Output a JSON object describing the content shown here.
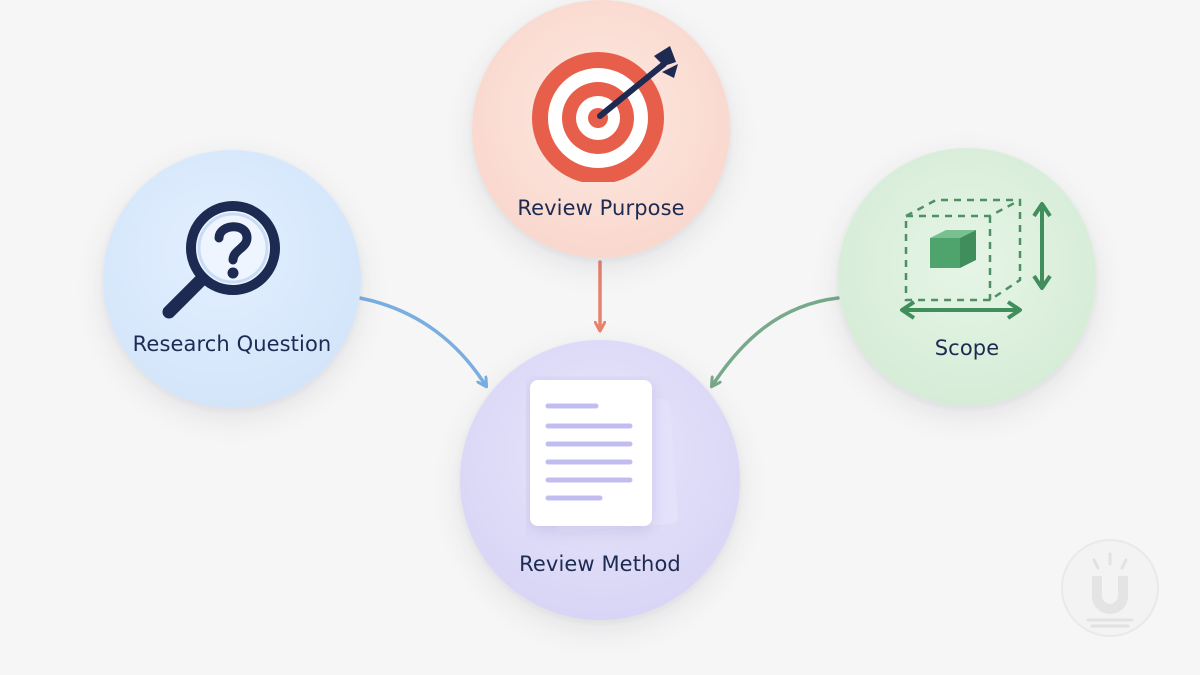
{
  "diagram": {
    "nodes": {
      "research_question": {
        "label": "Research Question",
        "icon": "magnifier-question-icon",
        "color": "#7aaee0"
      },
      "review_purpose": {
        "label": "Review Purpose",
        "icon": "target-arrow-icon",
        "color": "#e9826d"
      },
      "scope": {
        "label": "Scope",
        "icon": "cube-dimensions-icon",
        "color": "#77a98a"
      },
      "review_method": {
        "label": "Review Method",
        "icon": "document-icon",
        "color": "#a9a3ea"
      }
    },
    "edges": [
      {
        "from": "research_question",
        "to": "review_method"
      },
      {
        "from": "review_purpose",
        "to": "review_method"
      },
      {
        "from": "scope",
        "to": "review_method"
      }
    ],
    "watermark_icon": "logo-watermark-icon"
  }
}
